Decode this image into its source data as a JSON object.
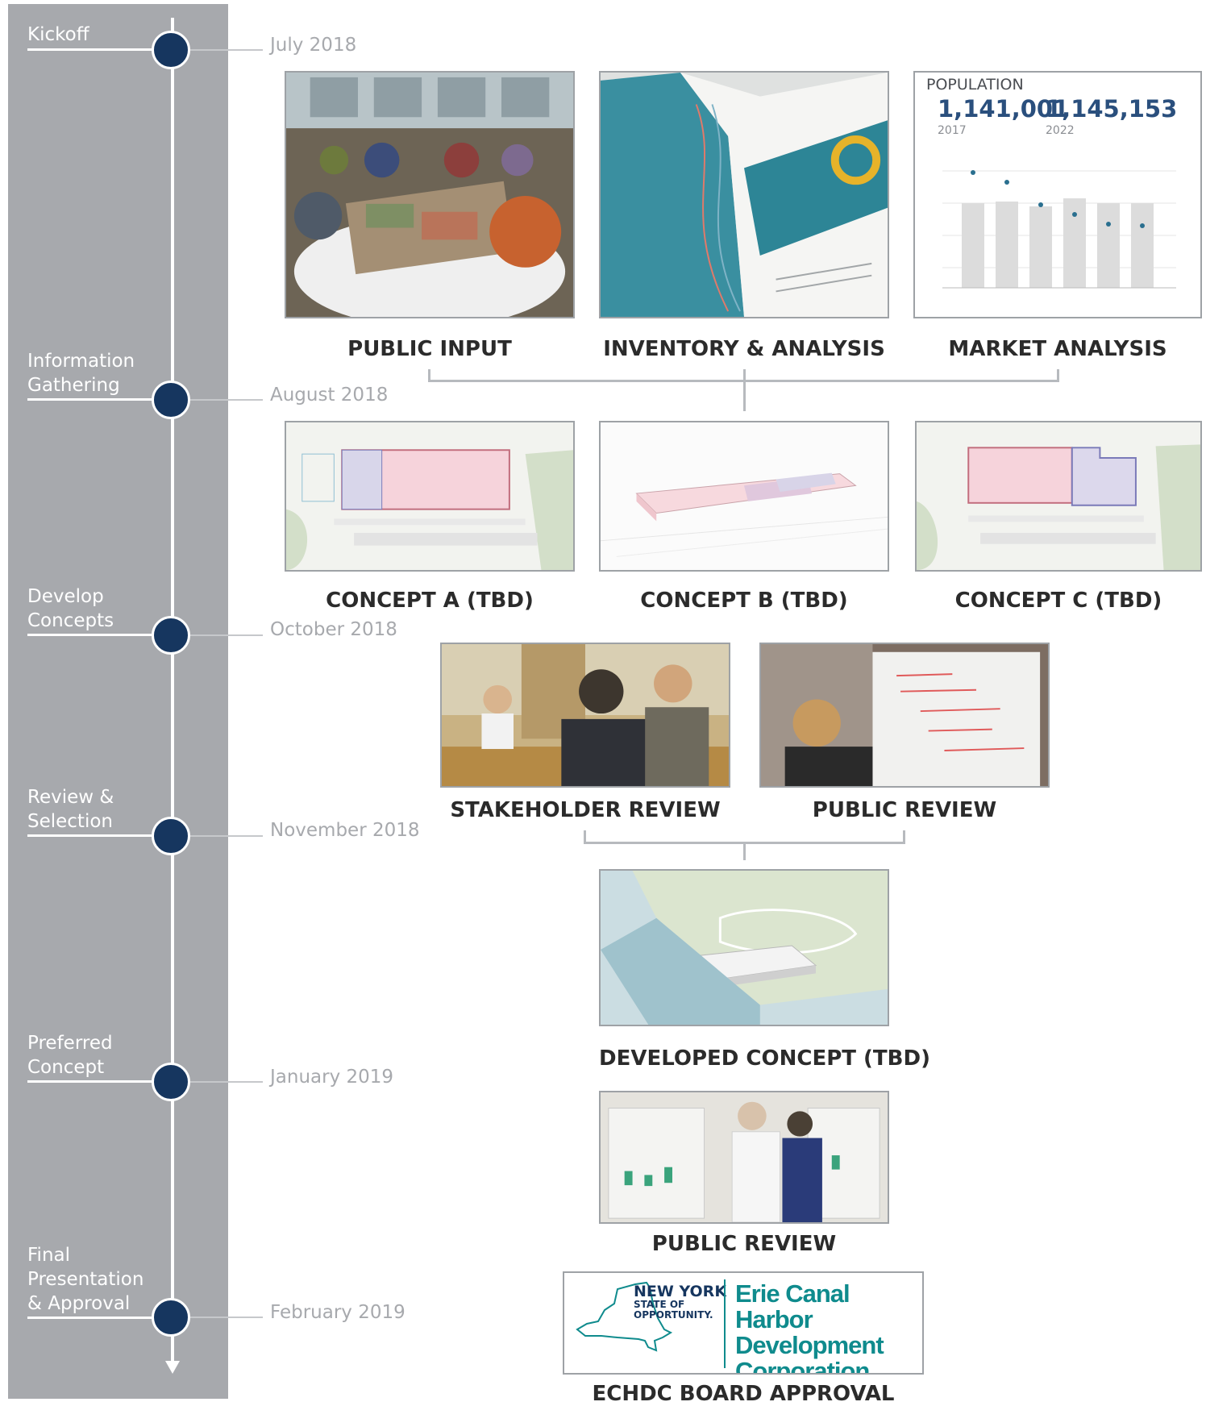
{
  "stages": [
    {
      "label": "Kickoff",
      "date": "July 2018"
    },
    {
      "label": "Information\nGathering",
      "date": "August 2018"
    },
    {
      "label": "Develop\nConcepts",
      "date": "October 2018"
    },
    {
      "label": "Review &\nSelection",
      "date": "November 2018"
    },
    {
      "label": "Preferred\nConcept",
      "date": "January 2019"
    },
    {
      "label": "Final\nPresentation\n& Approval",
      "date": "February 2019"
    }
  ],
  "cards": {
    "public_input": "PUBLIC INPUT",
    "inventory": "INVENTORY & ANALYSIS",
    "market": "MARKET ANALYSIS",
    "concept_a": "CONCEPT A (TBD)",
    "concept_b": "CONCEPT B (TBD)",
    "concept_c": "CONCEPT C (TBD)",
    "stakeholder_review": "STAKEHOLDER REVIEW",
    "public_review_1": "PUBLIC REVIEW",
    "developed_concept": "DEVELOPED CONCEPT (TBD)",
    "public_review_2": "PUBLIC REVIEW",
    "board_approval": "ECHDC BOARD APPROVAL"
  },
  "population": {
    "title": "POPULATION",
    "value_2017": "1,141,001",
    "year_2017": "2017",
    "value_2022": "1,145,153",
    "year_2022": "2022"
  },
  "logo": {
    "ny_line1": "NEW YORK",
    "ny_line2": "STATE OF",
    "ny_line3": "OPPORTUNITY.",
    "org_name": "Erie Canal Harbor\nDevelopment\nCorporation"
  },
  "colors": {
    "node": "#16365f",
    "sidebar": "#a7a9ad",
    "accent_teal": "#0f8b8d",
    "population_blue": "#2a4f7d"
  }
}
